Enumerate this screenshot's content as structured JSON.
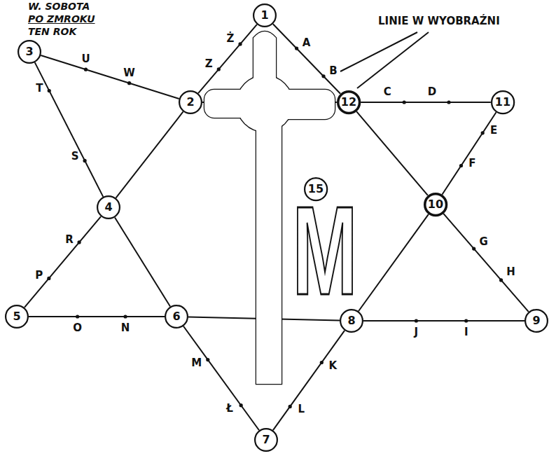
{
  "diagram": {
    "nodes": [
      {
        "text": [
          "1"
        ]
      },
      {
        "text": [
          "3"
        ]
      },
      {
        "text": [
          "2"
        ]
      },
      {
        "text": [
          "12"
        ]
      },
      {
        "text": [
          "11"
        ]
      },
      {
        "text": [
          "15"
        ]
      },
      {
        "text": [
          "4"
        ]
      },
      {
        "text": [
          "10"
        ]
      },
      {
        "text": [
          "5"
        ]
      },
      {
        "text": [
          "6"
        ]
      },
      {
        "text": [
          "8"
        ]
      },
      {
        "text": [
          "9"
        ]
      },
      {
        "text": [
          "7"
        ]
      }
    ],
    "edges": [
      {
        "from": 0,
        "to": 2,
        "arrow": "none"
      },
      {
        "from": 2,
        "to": 6,
        "arrow": "none"
      },
      {
        "from": 6,
        "to": 8,
        "arrow": "none"
      },
      {
        "from": 0,
        "to": 3,
        "arrow": "none"
      },
      {
        "from": 3,
        "to": 7,
        "arrow": "none"
      },
      {
        "from": 7,
        "to": 11,
        "arrow": "none"
      },
      {
        "from": 8,
        "to": 9,
        "arrow": "none"
      },
      {
        "from": 9,
        "to": 10,
        "arrow": "none"
      },
      {
        "from": 10,
        "to": 11,
        "arrow": "none"
      },
      {
        "from": 1,
        "to": 2,
        "arrow": "none"
      },
      {
        "from": 2,
        "to": 3,
        "arrow": "none"
      },
      {
        "from": 3,
        "to": 4,
        "arrow": "none"
      },
      {
        "from": 1,
        "to": 6,
        "arrow": "none"
      },
      {
        "from": 6,
        "to": 9,
        "arrow": "none"
      },
      {
        "from": 9,
        "to": 12,
        "arrow": "none"
      },
      {
        "from": 4,
        "to": 7,
        "arrow": "none"
      },
      {
        "from": 7,
        "to": 10,
        "arrow": "none"
      },
      {
        "from": 10,
        "to": 12,
        "arrow": "none"
      }
    ],
    "labels": [
      "W. SOBOTA",
      "PO ZMROKU",
      "TEN ROK",
      "LINIE W WYOBRAŹNI",
      "Ż",
      "A",
      "U",
      "W",
      "Z",
      "B",
      "C",
      "D",
      "T",
      "E",
      "S",
      "F",
      "R",
      "G",
      "P",
      "H",
      "O",
      "N",
      "J",
      "I",
      "M",
      "K",
      "Ł",
      "L",
      "M"
    ]
  }
}
